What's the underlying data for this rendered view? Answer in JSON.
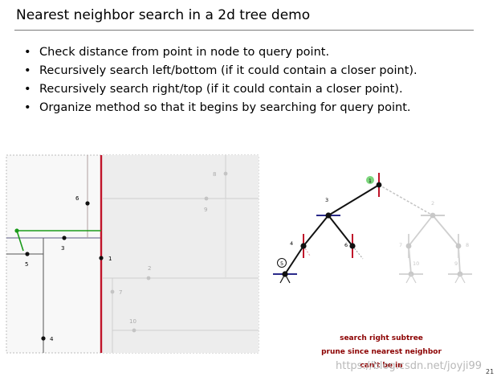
{
  "slide": {
    "title": "Nearest neighbor search in a 2d tree demo",
    "bullets": [
      "Check distance from point in node to query point.",
      "Recursively search left/bottom (if it could contain a closer point).",
      "Recursively search right/top (if it could contain a closer point).",
      "Organize method so that it begins by searching for query point."
    ],
    "annotation": {
      "line1": "search right subtree",
      "line2": "prune since nearest neighbor",
      "line3": "can't be in"
    },
    "watermark": "https://blog.csdn.net/joyji99",
    "page_number": "21"
  },
  "plane": {
    "point_labels": {
      "p1": "1",
      "p2": "2",
      "p3": "3",
      "p4": "4",
      "p5": "5",
      "p6": "6",
      "p7": "7",
      "p8": "8",
      "p9": "9",
      "p10": "10"
    }
  },
  "tree": {
    "node_labels": {
      "n1": "1",
      "n2": "2",
      "n3": "3",
      "n4": "4",
      "n5": "5",
      "n6": "6",
      "n7": "7",
      "n8": "8",
      "n9": "9",
      "n10": "10"
    }
  },
  "colors": {
    "split_active": "#c0142a",
    "split_query": "#2a2a8a",
    "nearest_path": "#1a9a1a",
    "inactive": "#c8c8c8",
    "note_text": "#8b0000"
  }
}
